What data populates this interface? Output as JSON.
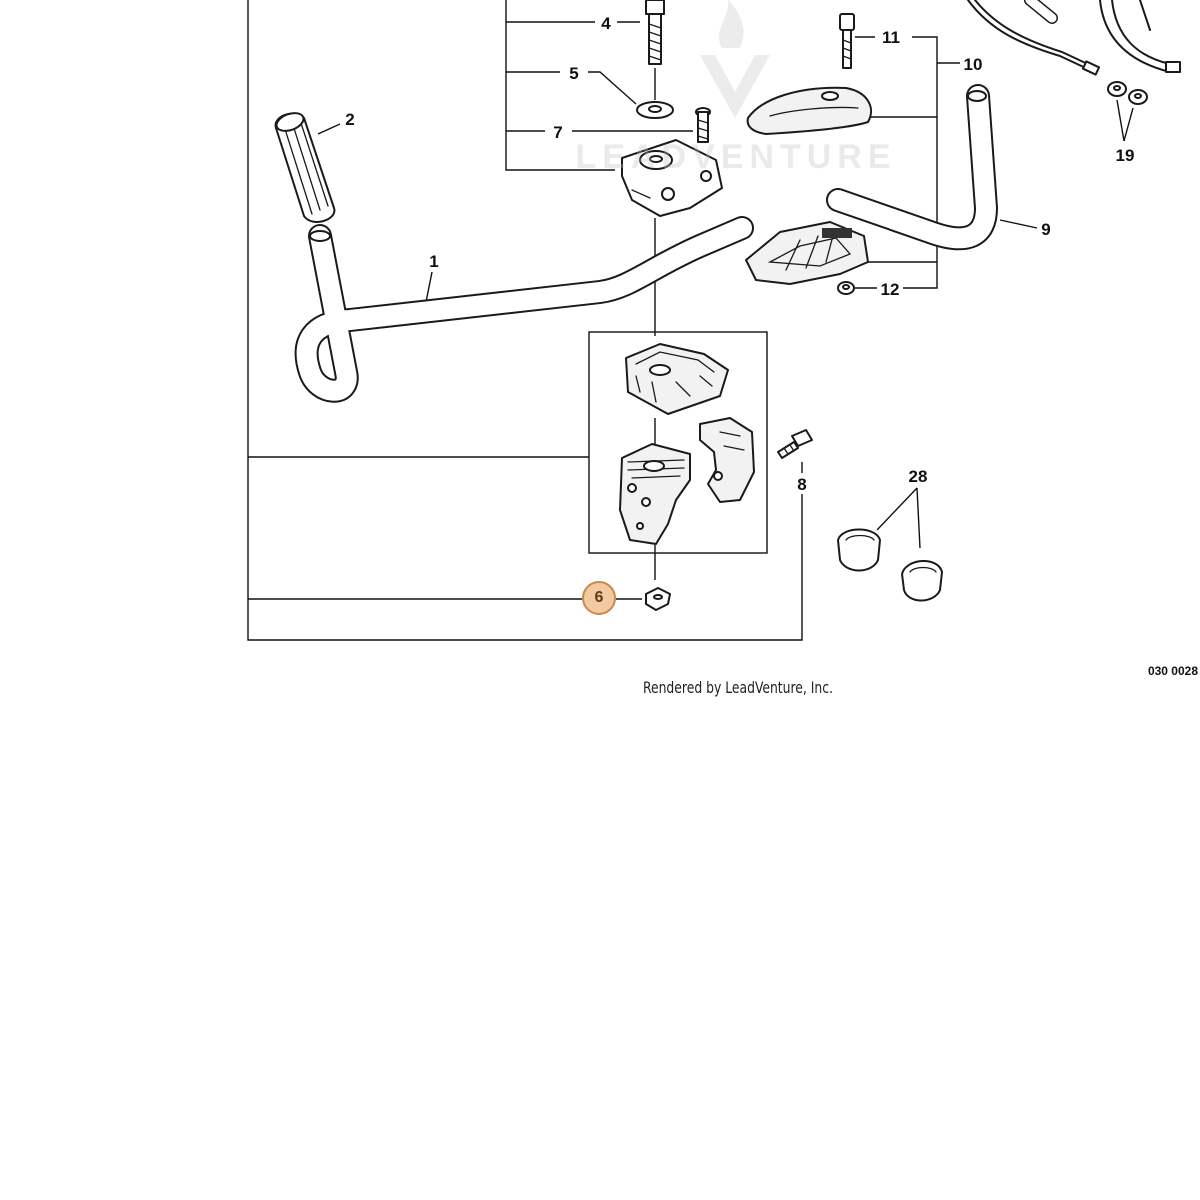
{
  "diagram": {
    "callouts": {
      "c1": "1",
      "c2": "2",
      "c4": "4",
      "c5": "5",
      "c6": "6",
      "c7": "7",
      "c8": "8",
      "c9": "9",
      "c10": "10",
      "c11": "11",
      "c12": "12",
      "c19": "19",
      "c28": "28"
    },
    "highlighted_callout": "6",
    "highlight_color": "#f2c9a0",
    "drawing_code": "030 0028",
    "credit": "Rendered by LeadVenture, Inc.",
    "watermark": "LEADVENTURE"
  }
}
